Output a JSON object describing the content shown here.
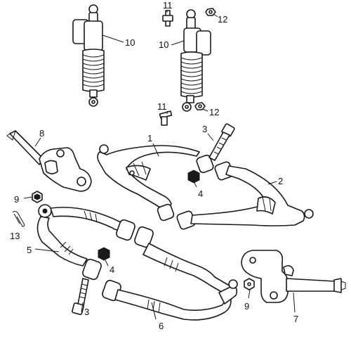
{
  "diagram": {
    "callouts": [
      {
        "id": "c10a",
        "text": "10"
      },
      {
        "id": "c10b",
        "text": "10"
      },
      {
        "id": "c11a",
        "text": "11"
      },
      {
        "id": "c11b",
        "text": "11"
      },
      {
        "id": "c12a",
        "text": "12"
      },
      {
        "id": "c12b",
        "text": "12"
      },
      {
        "id": "c8",
        "text": "8"
      },
      {
        "id": "c1",
        "text": "1"
      },
      {
        "id": "c3a",
        "text": "3"
      },
      {
        "id": "c2",
        "text": "2"
      },
      {
        "id": "c4a",
        "text": "4"
      },
      {
        "id": "c9a",
        "text": "9"
      },
      {
        "id": "c13",
        "text": "13"
      },
      {
        "id": "c5",
        "text": "5"
      },
      {
        "id": "c4b",
        "text": "4"
      },
      {
        "id": "c3b",
        "text": "3"
      },
      {
        "id": "c6",
        "text": "6"
      },
      {
        "id": "c9b",
        "text": "9"
      },
      {
        "id": "c7",
        "text": "7"
      }
    ]
  }
}
